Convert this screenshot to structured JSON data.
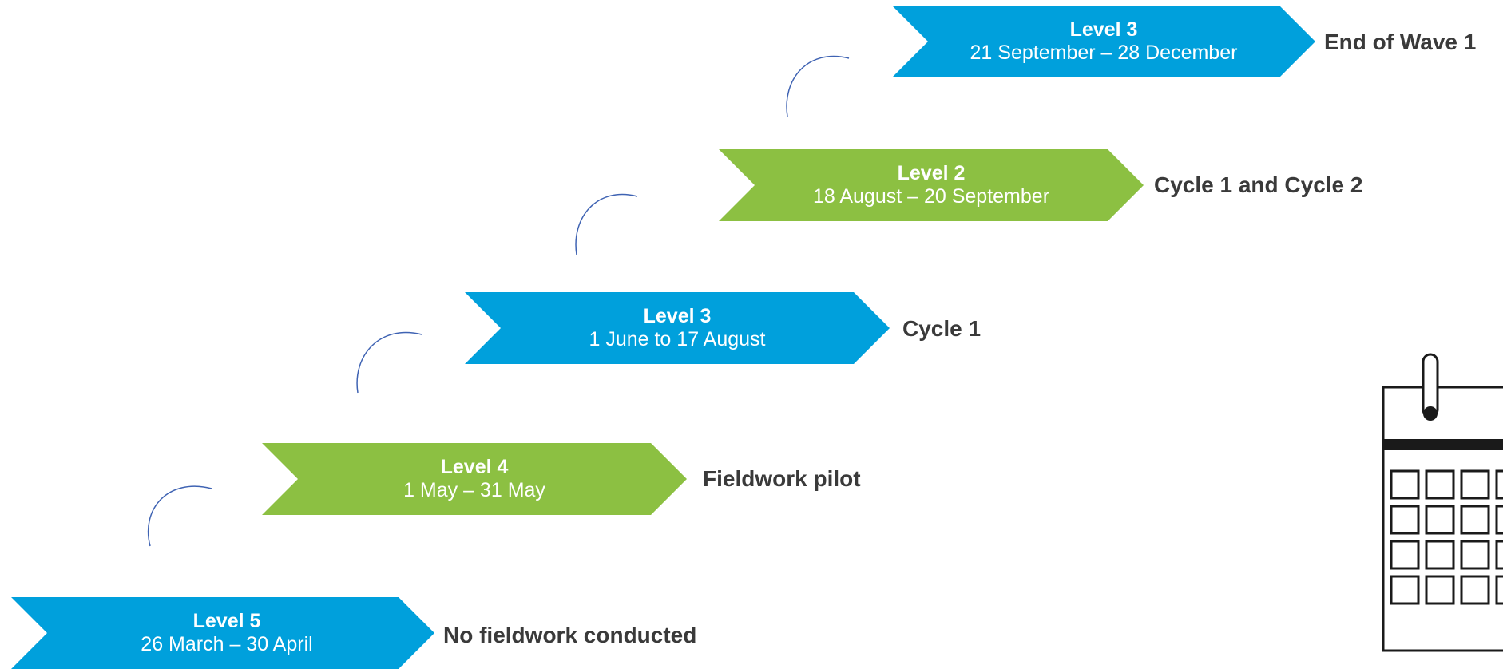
{
  "colors": {
    "blue": "#00a0dc",
    "green": "#8cc042",
    "arc": "#3f63b3",
    "text": "#3a3a3a"
  },
  "steps": [
    {
      "level": "Level 5",
      "dates": "26 March – 30 April",
      "outcome": "No fieldwork conducted",
      "color": "blue"
    },
    {
      "level": "Level 4",
      "dates": "1 May – 31 May",
      "outcome": "Fieldwork pilot",
      "color": "green"
    },
    {
      "level": "Level 3",
      "dates": "1 June to 17 August",
      "outcome": "Cycle 1",
      "color": "blue"
    },
    {
      "level": "Level 2",
      "dates": "18 August – 20 September",
      "outcome": "Cycle 1 and Cycle 2",
      "color": "green"
    },
    {
      "level": "Level 3",
      "dates": "21 September – 28 December",
      "outcome": "End of Wave 1",
      "color": "blue"
    }
  ],
  "icons": {
    "connector": "curved-arrow-icon",
    "calendar": "calendar-icon"
  }
}
